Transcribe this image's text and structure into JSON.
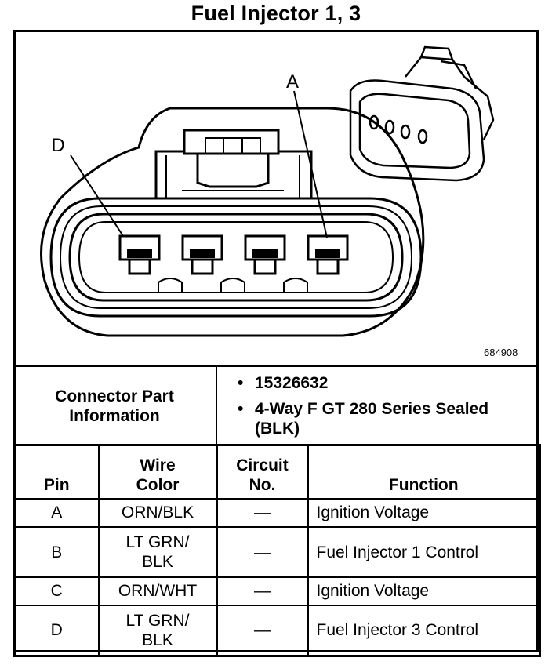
{
  "title": "Fuel Injector 1, 3",
  "diagram": {
    "label_a": "A",
    "label_d": "D",
    "ref_code": "684908"
  },
  "connector_info": {
    "label": "Connector Part Information",
    "bullet": "•",
    "items": [
      "15326632",
      "4-Way F GT 280 Series Sealed (BLK)"
    ]
  },
  "table": {
    "headers": {
      "pin": "Pin",
      "wire_color": "Wire Color",
      "circuit": "Circuit No.",
      "function": "Function"
    },
    "rows": [
      {
        "pin": "A",
        "wire": "ORN/BLK",
        "circuit": "—",
        "function": "Ignition Voltage"
      },
      {
        "pin": "B",
        "wire": "LT GRN/\nBLK",
        "circuit": "—",
        "function": "Fuel Injector 1 Control"
      },
      {
        "pin": "C",
        "wire": "ORN/WHT",
        "circuit": "—",
        "function": "Ignition Voltage"
      },
      {
        "pin": "D",
        "wire": "LT GRN/\nBLK",
        "circuit": "—",
        "function": "Fuel Injector 3 Control"
      }
    ]
  }
}
